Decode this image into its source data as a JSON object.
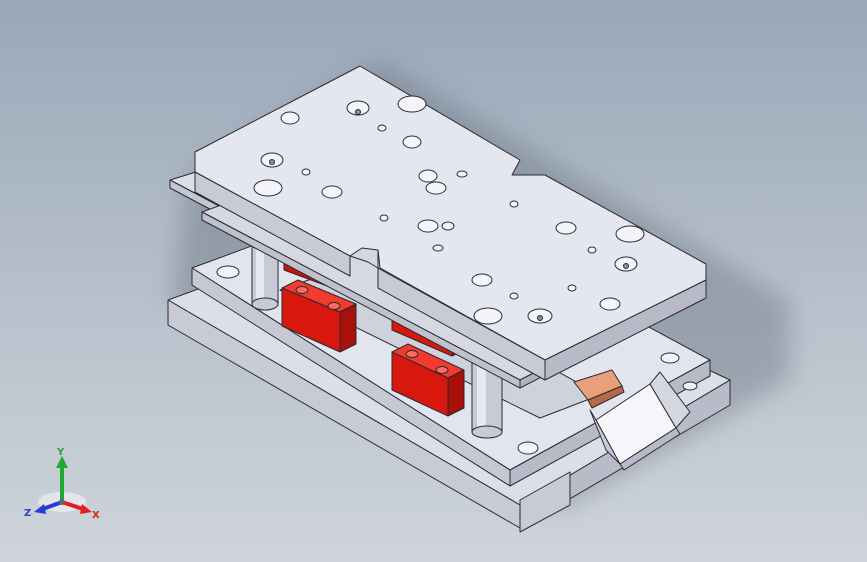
{
  "viewport": {
    "background_top": "#9aa7b8",
    "background_bottom": "#cfd4da"
  },
  "model": {
    "plate_color": "#dcdee8",
    "plate_side_color": "#c4c6d2",
    "edge_color": "#2b2b33",
    "block_color": "#e21d14",
    "copper_color": "#e09060"
  },
  "triad": {
    "x_label": "X",
    "y_label": "Y",
    "z_label": "Z",
    "x_color": "#e0201a",
    "y_color": "#1fa832",
    "z_color": "#2a3ad8"
  }
}
